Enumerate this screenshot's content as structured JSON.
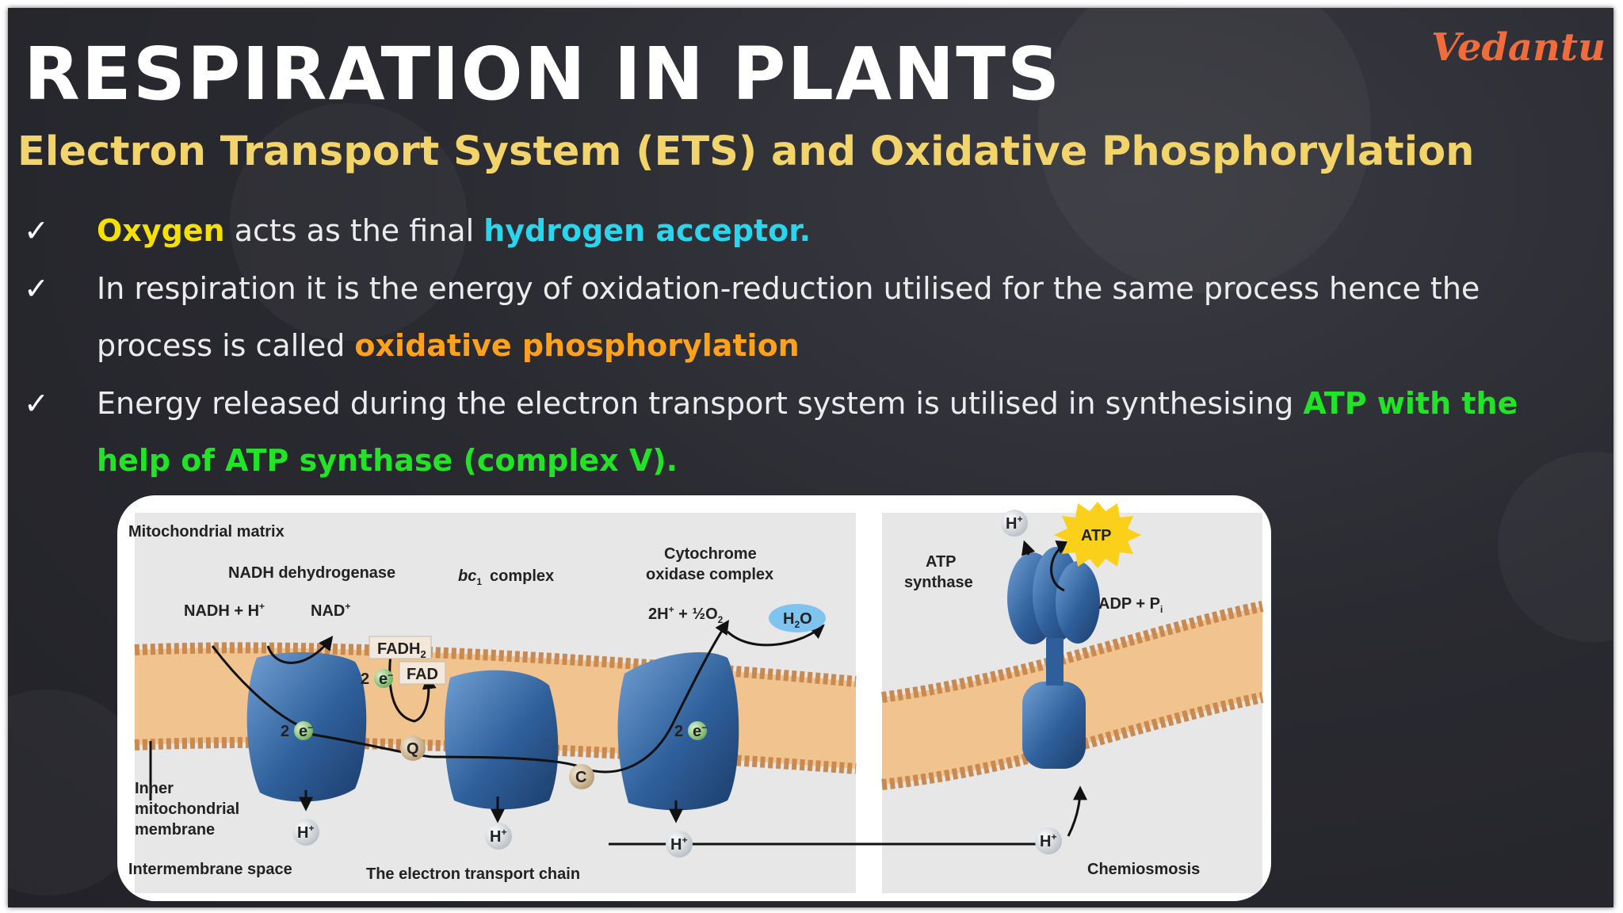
{
  "slide": {
    "title": "RESPIRATION IN PLANTS",
    "subtitle": "Electron Transport System (ETS) and Oxidative Phosphorylation",
    "logo": "Vedantu",
    "check_symbol": "✓",
    "bullets": [
      {
        "parts": [
          {
            "text": "Oxygen",
            "style": "yellow"
          },
          {
            "text": " acts as the final ",
            "style": "plain"
          },
          {
            "text": "hydrogen acceptor.",
            "style": "cyan"
          }
        ]
      },
      {
        "parts": [
          {
            "text": "In respiration it is the energy of oxidation-reduction utilised for the same process hence the process is called ",
            "style": "plain"
          },
          {
            "text": "oxidative phosphorylation",
            "style": "orange"
          }
        ]
      },
      {
        "parts": [
          {
            "text": "Energy released during the electron transport system is utilised in synthesising ",
            "style": "plain"
          },
          {
            "text": "ATP with the help of ATP synthase (complex V).",
            "style": "green"
          }
        ]
      }
    ]
  },
  "figure": {
    "mitochondrial_matrix": "Mitochondrial matrix",
    "nadh_dehydrogenase": "NADH dehydrogenase",
    "bc1_prefix": "bc",
    "bc1_sub": "1",
    "bc1_suffix": "complex",
    "cytochrome_line1": "Cytochrome",
    "cytochrome_line2": "oxidase complex",
    "nadh": "NADH + H",
    "nad": "NAD",
    "plus_sup": "+",
    "fadh2": "FADH",
    "fadh2_sub": "2",
    "fad": "FAD",
    "two": "2",
    "e": "e",
    "minus_sup": "−",
    "q": "Q",
    "c": "C",
    "o2_reaction": "2H",
    "o2_half": " + ½O",
    "o2_sub": "2",
    "h2o": "H",
    "h2o_sub": "2",
    "h2o_o": "O",
    "h": "H",
    "atp_synthase_line1": "ATP",
    "atp_synthase_line2": "synthase",
    "atp": "ATP",
    "adp": "ADP + P",
    "adp_sub": "i",
    "inner_line1": "Inner",
    "inner_line2": "mitochondrial",
    "inner_line3": "membrane",
    "intermembrane_space": "Intermembrane space",
    "ets_caption": "The electron transport chain",
    "chemiosmosis": "Chemiosmosis"
  }
}
